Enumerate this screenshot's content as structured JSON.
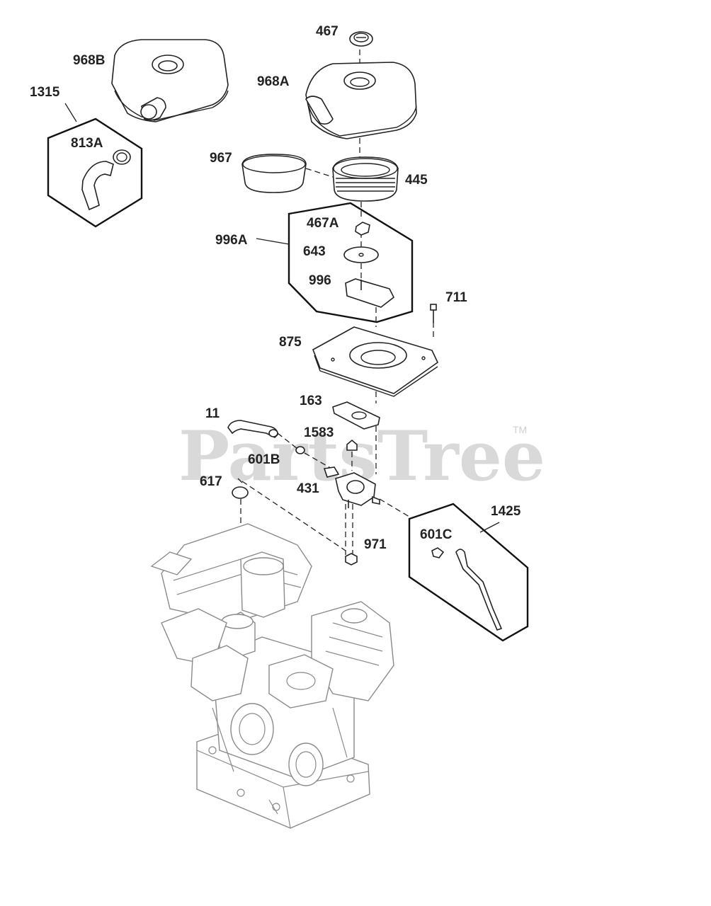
{
  "watermark": {
    "text": "PartsTree",
    "tm": "TM"
  },
  "labels": {
    "l467": "467",
    "l968B": "968B",
    "l968A": "968A",
    "l1315": "1315",
    "l813A": "813A",
    "l967": "967",
    "l445": "445",
    "l467A": "467A",
    "l996A": "996A",
    "l643": "643",
    "l996": "996",
    "l711": "711",
    "l875": "875",
    "l163": "163",
    "l11": "11",
    "l1583": "1583",
    "l601B": "601B",
    "l617": "617",
    "l431": "431",
    "l1425": "1425",
    "l601C": "601C",
    "l971": "971"
  }
}
